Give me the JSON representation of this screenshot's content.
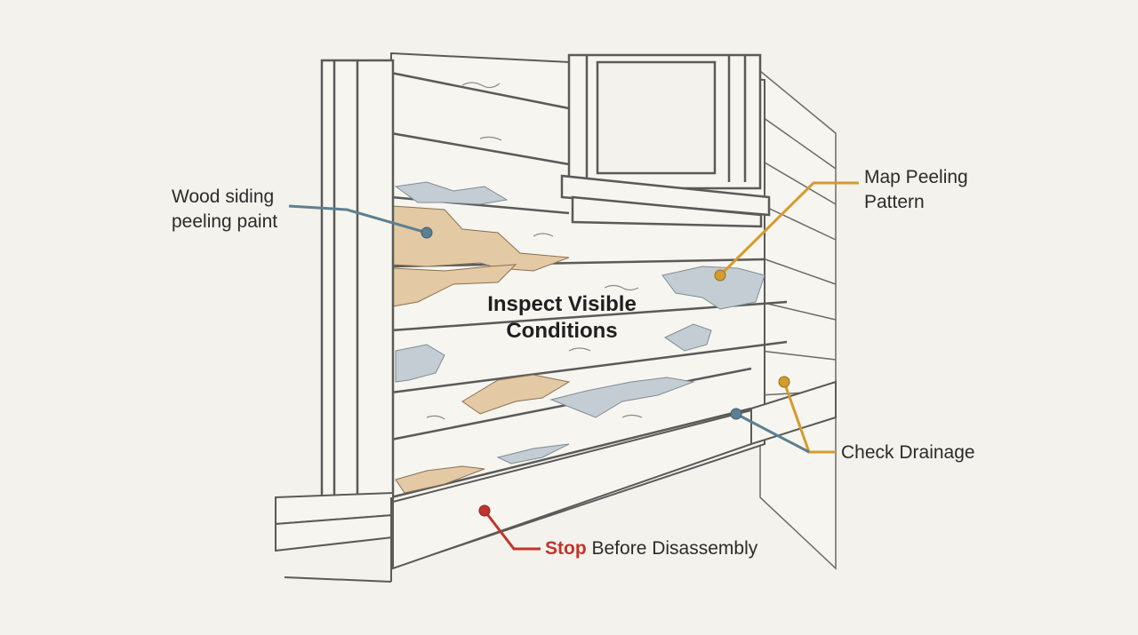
{
  "labels": {
    "wood_siding_line1": "Wood siding",
    "wood_siding_line2": "peeling paint",
    "map_peeling_line1": "Map Peeling",
    "map_peeling_line2": "Pattern",
    "center_line1": "Inspect Visible",
    "center_line2": "Conditions",
    "check_drainage": "Check Drainage",
    "stop_word": "Stop",
    "stop_rest": "Before Disassembly"
  },
  "colors": {
    "background": "#f3f2ec",
    "siding_white": "#f6f5ef",
    "line_ink": "#5a5a58",
    "wood_exposed": "#e3c9a4",
    "primer_blue": "#c3cdd3",
    "callout_blue": "#5d7f91",
    "callout_gold": "#d49b2e",
    "callout_red": "#c0342d"
  }
}
